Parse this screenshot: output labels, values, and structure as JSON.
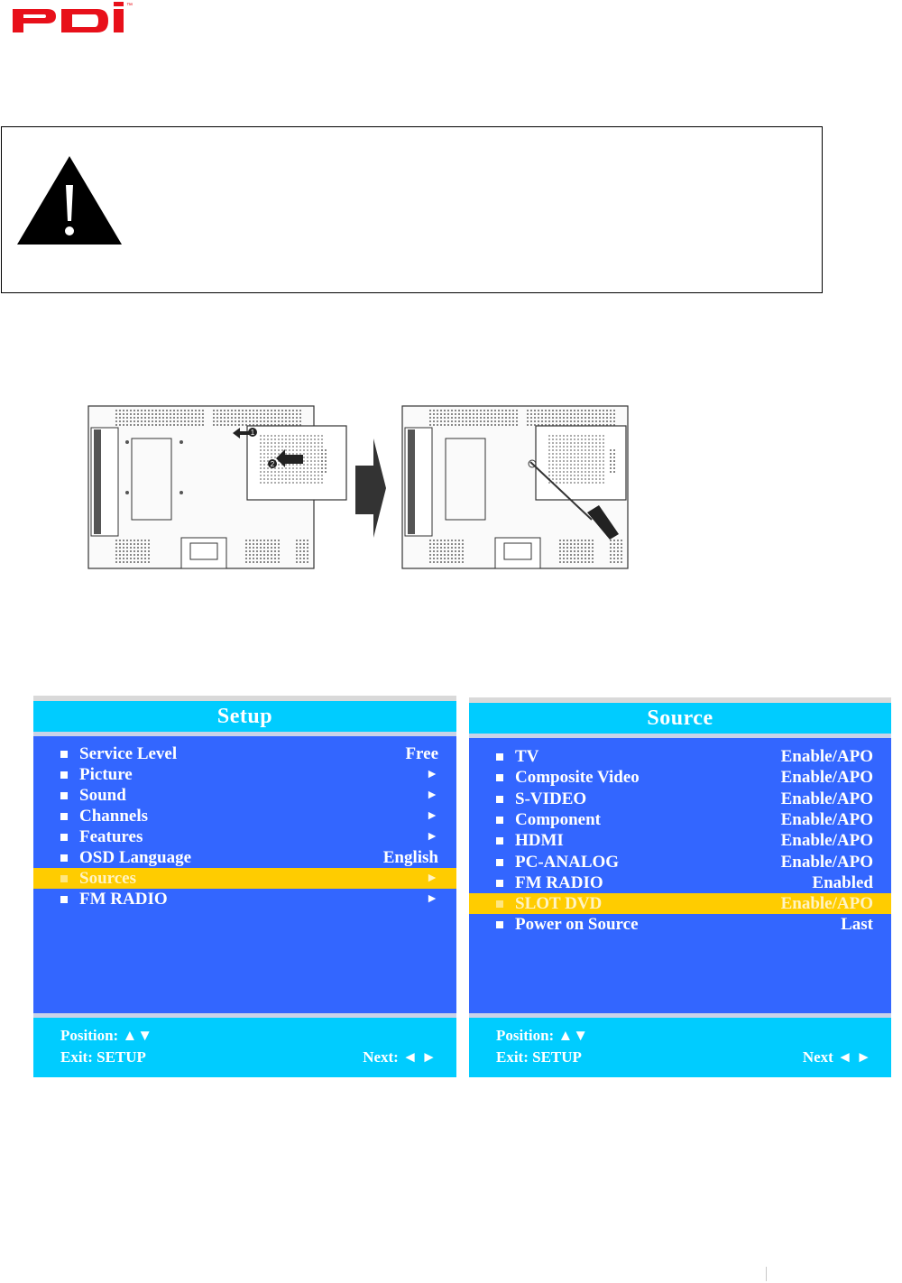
{
  "logo": {
    "text": "PDi",
    "trademark": "™",
    "color": "#e8101a"
  },
  "colors": {
    "osd_title_band": "#00ccff",
    "osd_body": "#3366ff",
    "osd_highlight": "#ffcc00"
  },
  "setup_menu": {
    "title": "Setup",
    "items": [
      {
        "label": "Service Level",
        "value": "Free"
      },
      {
        "label": "Picture",
        "value": "►"
      },
      {
        "label": "Sound",
        "value": "►"
      },
      {
        "label": "Channels",
        "value": "►"
      },
      {
        "label": "Features",
        "value": "►"
      },
      {
        "label": "OSD Language",
        "value": "English"
      },
      {
        "label": "Sources",
        "value": "►",
        "selected": true
      },
      {
        "label": "FM RADIO",
        "value": "►"
      }
    ],
    "footer": {
      "position": "Position: ▲▼",
      "exit": "Exit: SETUP",
      "next": "Next: ◄ ►"
    }
  },
  "source_menu": {
    "title": "Source",
    "items": [
      {
        "label": "TV",
        "value": "Enable/APO"
      },
      {
        "label": "Composite Video",
        "value": "Enable/APO"
      },
      {
        "label": "S-VIDEO",
        "value": "Enable/APO"
      },
      {
        "label": "Component",
        "value": "Enable/APO"
      },
      {
        "label": "HDMI",
        "value": "Enable/APO"
      },
      {
        "label": "PC-ANALOG",
        "value": "Enable/APO"
      },
      {
        "label": "FM RADIO",
        "value": "Enabled"
      },
      {
        "label": "SLOT DVD",
        "value": "Enable/APO",
        "selected": true
      },
      {
        "label": "Power on Source",
        "value": "Last"
      }
    ],
    "footer": {
      "position": "Position: ▲▼",
      "exit": "Exit: SETUP",
      "next": "Next ◄ ►"
    }
  },
  "illustration": {
    "step1_label": "1",
    "step2_label": "2"
  }
}
